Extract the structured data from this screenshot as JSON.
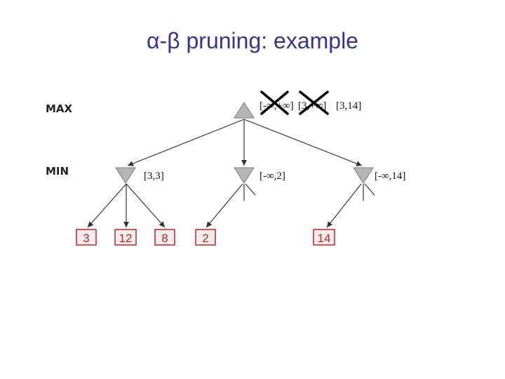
{
  "title": "α-β pruning: example",
  "levels": {
    "max": "MAX",
    "min": "MIN"
  },
  "root": {
    "intervals_crossed": [
      "[-∞,+∞]",
      "[3,+∞]"
    ],
    "interval": "[3,14]"
  },
  "min_nodes": [
    {
      "interval": "[3,3]"
    },
    {
      "interval": "[-∞,2]"
    },
    {
      "interval": "[-∞,14]"
    }
  ],
  "leaves": [
    {
      "value": "3"
    },
    {
      "value": "12"
    },
    {
      "value": "8"
    },
    {
      "value": "2"
    },
    {
      "value": "14"
    }
  ],
  "colors": {
    "title": "#333399",
    "node_fill": "#b5b5b5",
    "leaf_border": "#cc2222",
    "leaf_fill": "#eeeeee",
    "cross": "#000000"
  }
}
